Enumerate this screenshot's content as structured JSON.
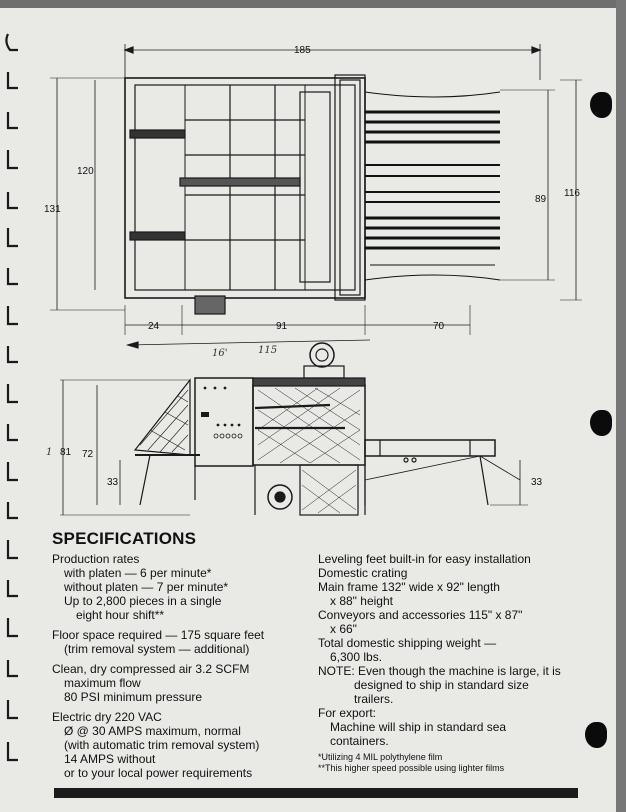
{
  "drawing": {
    "top_view": {
      "dim_overall_length": "185",
      "dim_inner_height": "120",
      "dim_outer_height": "131",
      "dim_conveyor_height": "89",
      "dim_total_height": "116",
      "dim_left": "24",
      "dim_center": "91",
      "dim_right": "70"
    },
    "side_view": {
      "dim_81": "81",
      "dim_72": "72",
      "dim_33_left": "33",
      "dim_33_right": "33"
    },
    "handwritten": {
      "arrow_note_left": "16'",
      "arrow_note_mid": "115",
      "margin_mark_1": "1"
    }
  },
  "specs": {
    "title": "SPECIFICATIONS",
    "left_lines": [
      {
        "text": "Production rates",
        "indent": 0
      },
      {
        "text": "with platen — 6 per minute*",
        "indent": 1
      },
      {
        "text": "without platen — 7 per minute*",
        "indent": 1
      },
      {
        "text": "Up to 2,800 pieces in a single",
        "indent": 1
      },
      {
        "text": "eight hour shift**",
        "indent": 2
      },
      {
        "text": "",
        "indent": -1
      },
      {
        "text": "Floor space required — 175 square feet",
        "indent": 0
      },
      {
        "text": "(trim removal system — additional)",
        "indent": 1
      },
      {
        "text": "",
        "indent": -1
      },
      {
        "text": "Clean, dry compressed air 3.2 SCFM",
        "indent": 0
      },
      {
        "text": "maximum flow",
        "indent": 1
      },
      {
        "text": "80 PSI minimum pressure",
        "indent": 1
      },
      {
        "text": "",
        "indent": -1
      },
      {
        "text": "Electric dry 220 VAC",
        "indent": 0
      },
      {
        "text": "Ø @ 30 AMPS maximum, normal",
        "indent": 1
      },
      {
        "text": "(with automatic trim removal system)",
        "indent": 1
      },
      {
        "text": "14 AMPS without",
        "indent": 1
      },
      {
        "text": "or to your local power requirements",
        "indent": 1
      }
    ],
    "right_lines": [
      {
        "text": "Leveling feet built-in for easy installation",
        "indent": 0
      },
      {
        "text": "Domestic crating",
        "indent": 0
      },
      {
        "text": "Main frame 132\" wide x 92\" length",
        "indent": 0
      },
      {
        "text": "x 88\" height",
        "indent": 1
      },
      {
        "text": "Conveyors and accessories 115\" x 87\"",
        "indent": 0
      },
      {
        "text": "x 66\"",
        "indent": 1
      },
      {
        "text": "Total domestic shipping weight —",
        "indent": 0
      },
      {
        "text": "6,300 lbs.",
        "indent": 1
      },
      {
        "text": "NOTE: Even though the machine is large, it is",
        "indent": 0
      },
      {
        "text": "designed to ship in standard size",
        "indent": 3
      },
      {
        "text": "trailers.",
        "indent": 3
      },
      {
        "text": "For export:",
        "indent": 0
      },
      {
        "text": "Machine will ship in standard sea",
        "indent": 1
      },
      {
        "text": "containers.",
        "indent": 1
      }
    ],
    "footnote_1": "*Utilizing 4 MIL polythylene film",
    "footnote_2": "**This higher speed possible using lighter films"
  },
  "colors": {
    "paper": "#e9e9e6",
    "ink": "#111111",
    "punch_hole": "#0b0b0b"
  }
}
